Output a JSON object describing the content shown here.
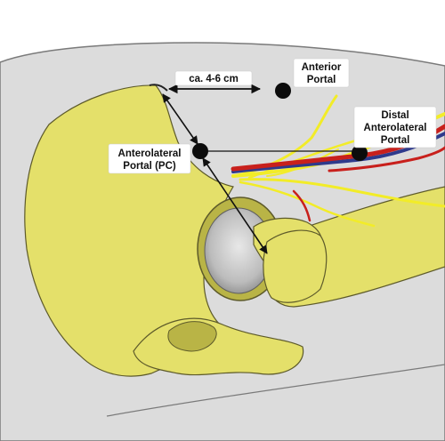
{
  "labels": {
    "distance": "ca. 4-6 cm",
    "anterior_line1": "Anterior",
    "anterior_line2": "Portal",
    "anterolateral_line1": "Anterolateral",
    "anterolateral_line2": "Portal (PC)",
    "distal_line1": "Distal",
    "distal_line2": "Anterolateral",
    "distal_line3": "Portal"
  },
  "colors": {
    "bone": "#e4e06a",
    "bone_shadow": "#b9b446",
    "bone_outline": "#5d5a2a",
    "skin": "#dcdcdc",
    "skin_outline": "#7a7a7a",
    "nerve": "#f2ec28",
    "artery": "#c8201c",
    "vein": "#2e3a8c",
    "portal": "#0c0c0c",
    "label_bg": "#ffffff"
  }
}
